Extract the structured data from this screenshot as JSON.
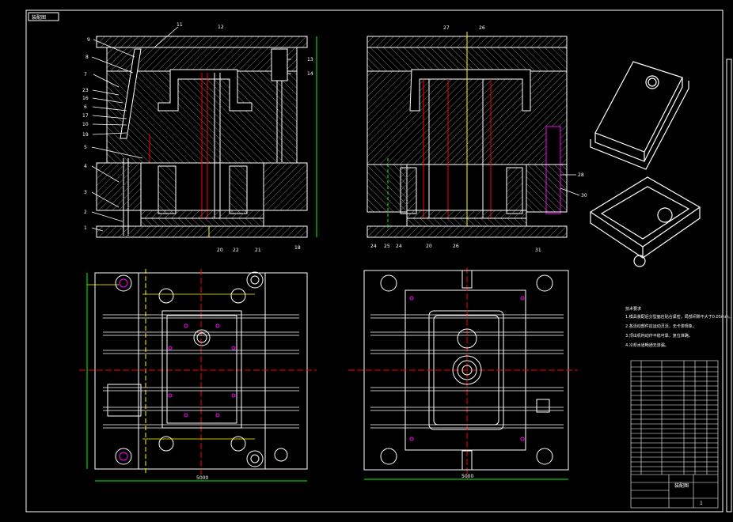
{
  "title_stamp": "装配图",
  "section_a_labels": [
    "9",
    "8",
    "7",
    "23",
    "16",
    "6",
    "17",
    "10",
    "19",
    "5",
    "4",
    "3",
    "2",
    "1",
    "11",
    "12",
    "13",
    "14",
    "20",
    "22",
    "21",
    "18"
  ],
  "section_b_labels": [
    "27",
    "26",
    "24",
    "25",
    "24",
    "20",
    "26",
    "31",
    "30",
    "28"
  ],
  "plan_dims": {
    "left_width": "5000",
    "right_width": "5000"
  },
  "notes": {
    "heading": "技术要求",
    "lines": [
      "1.模具装配后分型面应贴合紧密，局部间隙不大于0.05mm。",
      "2.各活动部件应运动灵活，无卡滞现象。",
      "3.顶出机构动作平稳可靠，复位准确。",
      "4.冷却水道畅通无渗漏。"
    ]
  },
  "title_block": {
    "drawing_name": "装配图",
    "sheet": "1"
  },
  "colors": {
    "background": "#000000",
    "outline": "#ffffff",
    "hatch": "#888888",
    "red": "#ff0000",
    "magenta": "#ff00ff",
    "yellow": "#ffff00",
    "green": "#00ff00",
    "cyan": "#00ffff"
  }
}
